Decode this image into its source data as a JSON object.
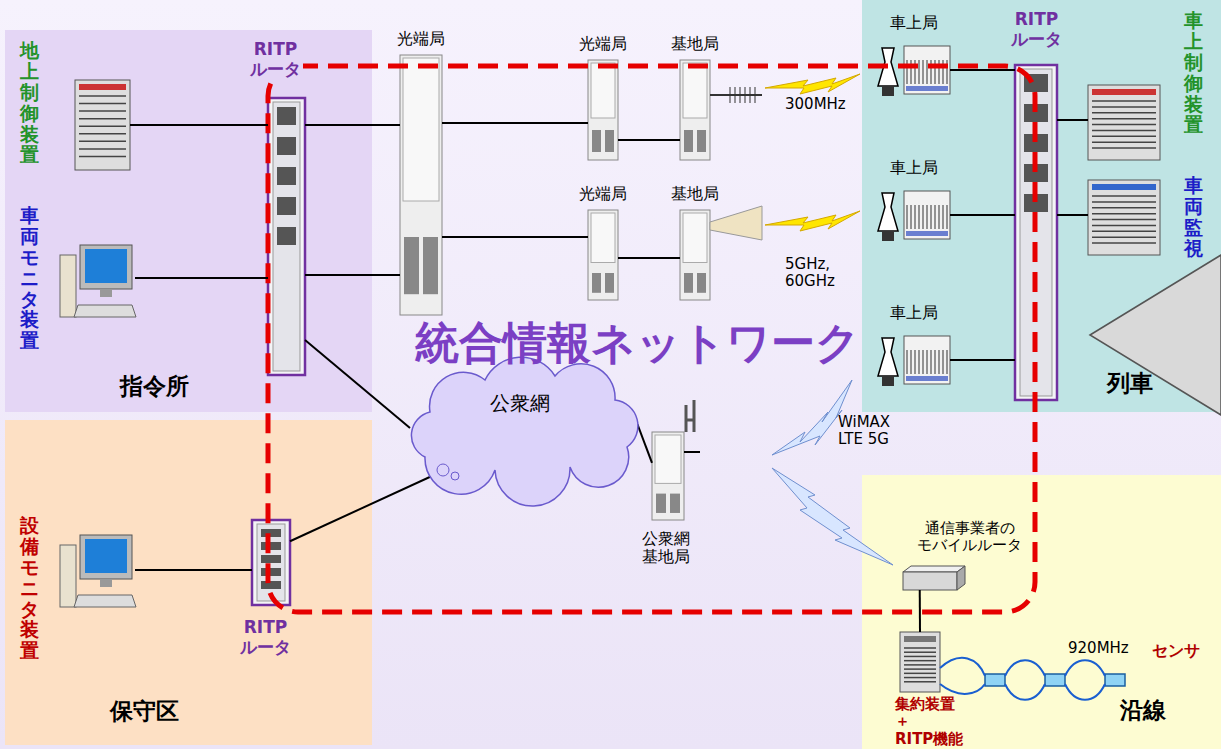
{
  "diagram": {
    "nodes": [
      {
        "text": [
          "指令所"
        ]
      },
      {
        "text": [
          "地上制御装置"
        ],
        "in": 0
      },
      {
        "text": [
          "車両モニタ装置"
        ],
        "in": 0
      },
      {
        "text": [
          "RITP ルータ"
        ],
        "in": 0
      },
      {
        "text": [
          "光端局"
        ]
      },
      {
        "text": [
          "光端局"
        ]
      },
      {
        "text": [
          "基地局"
        ]
      },
      {
        "text": [
          "光端局"
        ]
      },
      {
        "text": [
          "基地局"
        ]
      },
      {
        "text": [
          "公衆網"
        ]
      },
      {
        "text": [
          "公衆網 基地局"
        ]
      },
      {
        "text": [
          "列車"
        ]
      },
      {
        "text": [
          "車上局"
        ],
        "in": 11
      },
      {
        "text": [
          "車上局"
        ],
        "in": 11
      },
      {
        "text": [
          "車上局"
        ],
        "in": 11
      },
      {
        "text": [
          "RITP ルータ"
        ],
        "in": 11
      },
      {
        "text": [
          "車上制御装置"
        ],
        "in": 11
      },
      {
        "text": [
          "車両監視"
        ],
        "in": 11
      },
      {
        "text": [
          "保守区"
        ]
      },
      {
        "text": [
          "設備モニタ装置"
        ],
        "in": 18
      },
      {
        "text": [
          "RITP ルータ"
        ],
        "in": 18
      },
      {
        "text": [
          "沿線"
        ]
      },
      {
        "text": [
          "通信事業者の モバイルルータ"
        ],
        "in": 21
      },
      {
        "text": [
          "集約装置 ＋RITP機能"
        ],
        "in": 21
      }
    ],
    "edges": [
      {
        "from": 1,
        "to": 3,
        "arrow": "none"
      },
      {
        "from": 2,
        "to": 3,
        "arrow": "none"
      },
      {
        "from": 3,
        "to": 4,
        "arrow": "none"
      },
      {
        "from": 3,
        "to": 4,
        "arrow": "none"
      },
      {
        "from": 4,
        "to": 5,
        "arrow": "none"
      },
      {
        "from": 5,
        "to": 6,
        "arrow": "none"
      },
      {
        "from": 4,
        "to": 7,
        "arrow": "none"
      },
      {
        "from": 7,
        "to": 8,
        "arrow": "none"
      },
      {
        "from": 3,
        "to": 9,
        "arrow": "none"
      },
      {
        "from": 9,
        "to": 10,
        "arrow": "none"
      },
      {
        "from": 9,
        "to": 20,
        "arrow": "none"
      },
      {
        "from": 19,
        "to": 20,
        "arrow": "none"
      },
      {
        "from": 12,
        "to": 15,
        "arrow": "none"
      },
      {
        "from": 13,
        "to": 15,
        "arrow": "none"
      },
      {
        "from": 14,
        "to": 15,
        "arrow": "none"
      },
      {
        "from": 15,
        "to": 16,
        "arrow": "none"
      },
      {
        "from": 15,
        "to": 17,
        "arrow": "none"
      },
      {
        "from": 22,
        "to": 23,
        "arrow": "none"
      }
    ],
    "labels": [
      "統合情報ネットワーク",
      "300MHz",
      "5GHz, 60GHz",
      "WiMAX LTE 5G",
      "920MHz",
      "センサ"
    ]
  }
}
